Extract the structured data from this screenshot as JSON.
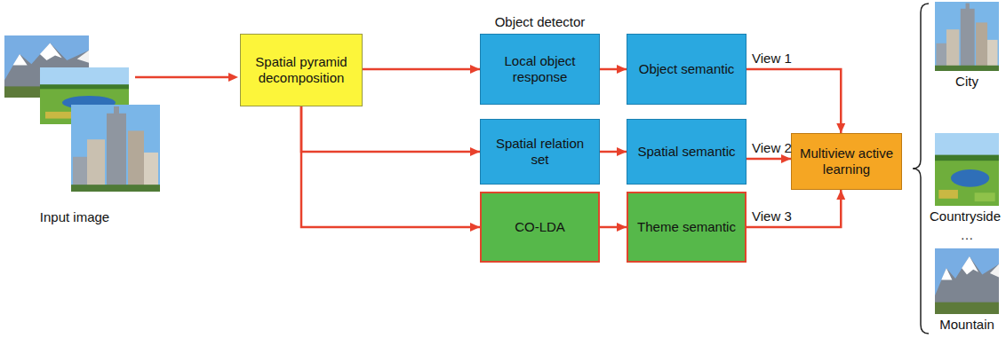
{
  "diagram": {
    "nodes": [
      {
        "text": [
          "Spatial pyramid decomposition"
        ]
      },
      {
        "text": [
          "Object detector",
          "Local object response"
        ]
      },
      {
        "text": [
          "Object semantic"
        ]
      },
      {
        "text": [
          "Spatial relation set"
        ]
      },
      {
        "text": [
          "Spatial semantic"
        ]
      },
      {
        "text": [
          "CO-LDA"
        ]
      },
      {
        "text": [
          "Theme semantic"
        ]
      },
      {
        "text": [
          "Multiview active learning"
        ]
      }
    ],
    "edges": [
      {
        "from": 0,
        "to": 1,
        "arrow": "to"
      },
      {
        "from": 1,
        "to": 2,
        "arrow": "to"
      },
      {
        "from": 2,
        "to": 7,
        "label": "View 1",
        "arrow": "to"
      },
      {
        "from": 0,
        "to": 3,
        "arrow": "to"
      },
      {
        "from": 3,
        "to": 4,
        "arrow": "to"
      },
      {
        "from": 4,
        "to": 7,
        "label": "View 2",
        "arrow": "to"
      },
      {
        "from": 0,
        "to": 5,
        "arrow": "to"
      },
      {
        "from": 5,
        "to": 6,
        "arrow": "to"
      },
      {
        "from": 6,
        "to": 7,
        "label": "View 3",
        "arrow": "to"
      }
    ],
    "labels": [
      "Input image",
      "City",
      "Countryside",
      "…",
      "Mountain"
    ]
  }
}
